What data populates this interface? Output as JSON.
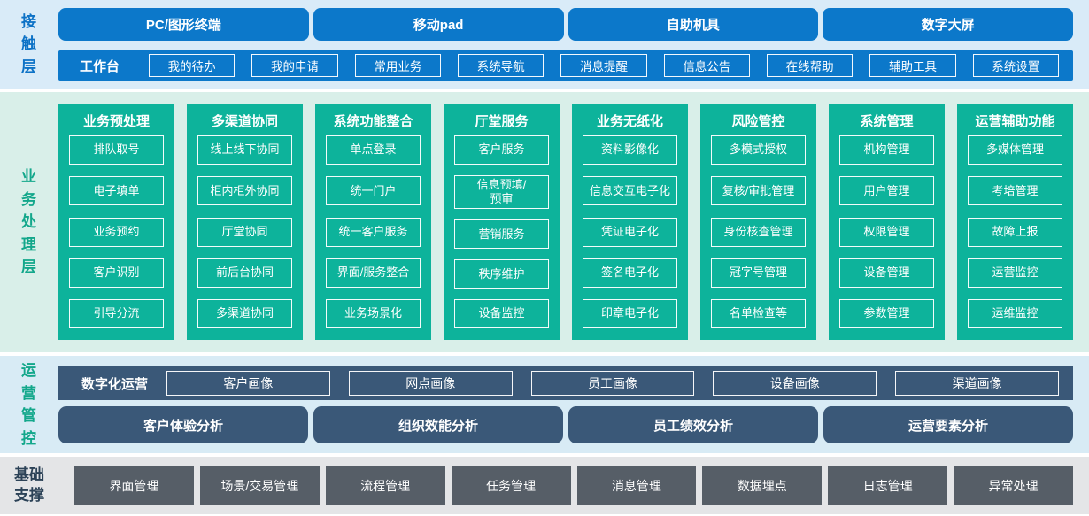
{
  "layers": {
    "contact": {
      "label": "接触层",
      "channels": [
        "PC/图形终端",
        "移动pad",
        "自助机具",
        "数字大屏"
      ],
      "workbench": {
        "label": "工作台",
        "items": [
          "我的待办",
          "我的申请",
          "常用业务",
          "系统导航",
          "消息提醒",
          "信息公告",
          "在线帮助",
          "辅助工具",
          "系统设置"
        ]
      }
    },
    "business": {
      "label": "业务处理层",
      "columns": [
        {
          "title": "业务预处理",
          "items": [
            "排队取号",
            "电子填单",
            "业务预约",
            "客户识别",
            "引导分流"
          ]
        },
        {
          "title": "多渠道协同",
          "items": [
            "线上线下协同",
            "柜内柜外协同",
            "厅堂协同",
            "前后台协同",
            "多渠道协同"
          ]
        },
        {
          "title": "系统功能整合",
          "items": [
            "单点登录",
            "统一门户",
            "统一客户服务",
            "界面/服务整合",
            "业务场景化"
          ]
        },
        {
          "title": "厅堂服务",
          "items": [
            "客户服务",
            "信息预填/\n预审",
            "营销服务",
            "秩序维护",
            "设备监控"
          ]
        },
        {
          "title": "业务无纸化",
          "items": [
            "资料影像化",
            "信息交互电子化",
            "凭证电子化",
            "签名电子化",
            "印章电子化"
          ]
        },
        {
          "title": "风险管控",
          "items": [
            "多模式授权",
            "复核/审批管理",
            "身份核查管理",
            "冠字号管理",
            "名单检查等"
          ]
        },
        {
          "title": "系统管理",
          "items": [
            "机构管理",
            "用户管理",
            "权限管理",
            "设备管理",
            "参数管理"
          ]
        },
        {
          "title": "运营辅助功能",
          "items": [
            "多媒体管理",
            "考培管理",
            "故障上报",
            "运营监控",
            "运维监控"
          ]
        }
      ]
    },
    "operations": {
      "label": "运营管控",
      "digital": {
        "label": "数字化运营",
        "items": [
          "客户画像",
          "网点画像",
          "员工画像",
          "设备画像",
          "渠道画像"
        ]
      },
      "analysis": [
        "客户体验分析",
        "组织效能分析",
        "员工绩效分析",
        "运营要素分析"
      ]
    },
    "foundation": {
      "label": "基础支撑",
      "items": [
        "界面管理",
        "场景/交易管理",
        "流程管理",
        "任务管理",
        "消息管理",
        "数据埋点",
        "日志管理",
        "异常处理"
      ]
    }
  },
  "colors": {
    "blue": "#0c78ca",
    "blue_bg": "#d9ebf8",
    "teal": "#0db39b",
    "teal_bg": "#d9efe9",
    "slate": "#3a5878",
    "slate_bg": "#d8ebf5",
    "gray": "#565e67",
    "gray_bg": "#e4e5e7",
    "contact_label": "#0d72c6",
    "teal_label": "#13a78b",
    "foundation_label": "#2c4257"
  }
}
